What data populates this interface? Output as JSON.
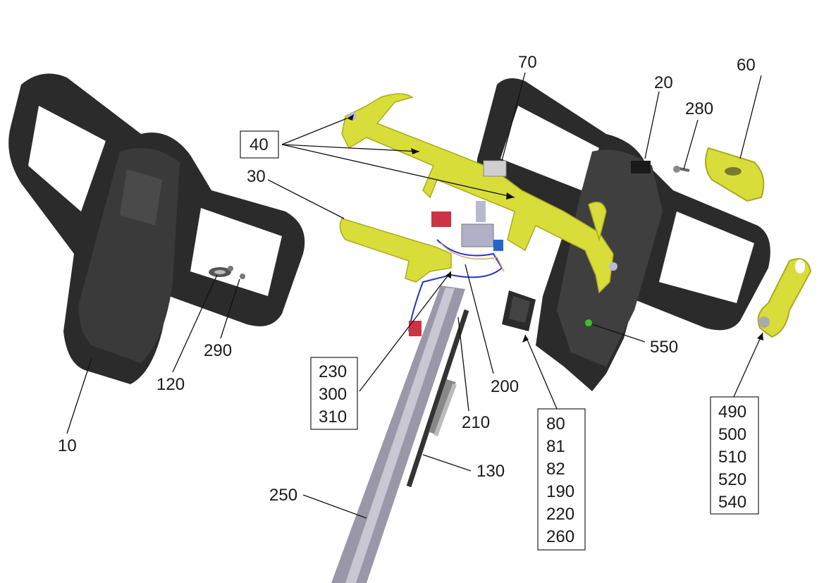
{
  "diagram": {
    "callouts": {
      "c10": "10",
      "c20": "20",
      "c30": "30",
      "c40": "40",
      "c60": "60",
      "c70": "70",
      "c120": "120",
      "c130": "130",
      "c200": "200",
      "c210": "210",
      "c250": "250",
      "c280": "280",
      "c290": "290",
      "c550": "550"
    },
    "groups": {
      "g230": [
        "230",
        "300",
        "310"
      ],
      "g80": [
        "80",
        "81",
        "82",
        "190",
        "220",
        "260"
      ],
      "g490": [
        "490",
        "500",
        "510",
        "520",
        "540"
      ]
    },
    "colors": {
      "black_part": "#2b2b2b",
      "black_part_light": "#4a4a4a",
      "yellow_part": "#d9dd3a",
      "yellow_dark": "#a8ab1e",
      "tube": "#9a98a8",
      "tube_light": "#c9c7d4",
      "wire_blue": "#2233cc",
      "wire_red": "#cc3344"
    }
  }
}
